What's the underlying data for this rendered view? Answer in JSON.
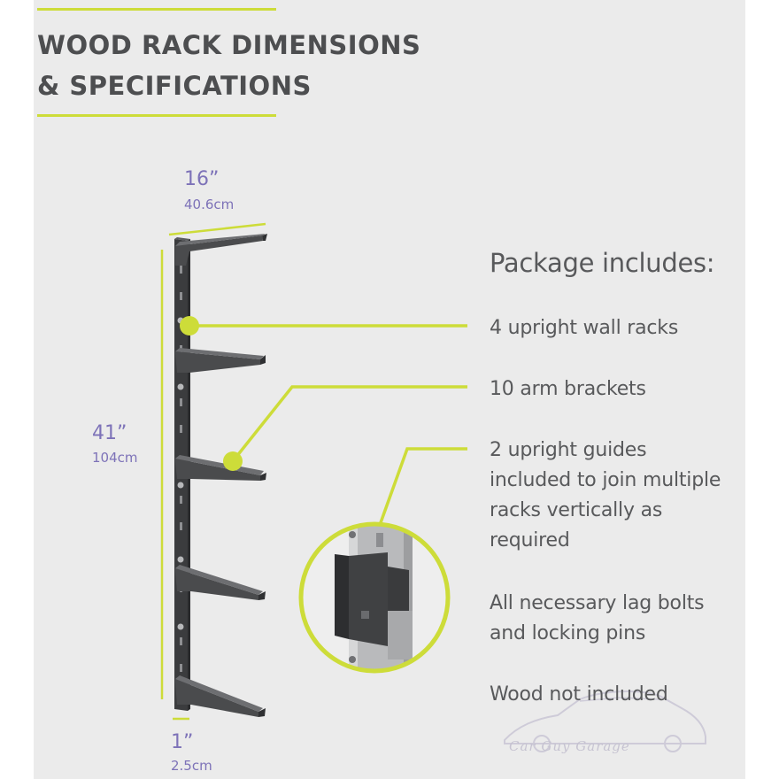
{
  "heading": {
    "line1": "WOOD RACK DIMENSIONS",
    "line2": "& SPECIFICATIONS"
  },
  "dimensions": {
    "width": {
      "imperial": "16”",
      "metric": "40.6cm"
    },
    "height": {
      "imperial": "41”",
      "metric": "104cm"
    },
    "depth": {
      "imperial": "1”",
      "metric": "2.5cm"
    }
  },
  "package": {
    "title": "Package includes:",
    "items": [
      {
        "lines": [
          "4 upright wall racks"
        ]
      },
      {
        "lines": [
          "10 arm brackets"
        ]
      },
      {
        "lines": [
          "2 upright guides",
          "included to join multiple",
          "racks vertically as",
          "required"
        ]
      },
      {
        "lines": [
          "All necessary lag bolts",
          "and locking pins"
        ]
      },
      {
        "lines": [
          "Wood not included"
        ]
      }
    ]
  },
  "colors": {
    "accent": "#cddc39",
    "panel": "#ebebeb",
    "heading": "#4d4e50",
    "dimension": "#7d72b8",
    "text": "#58595b",
    "metal": "#3b3c3e"
  },
  "watermark": {
    "text": "Car Guy Garage"
  }
}
